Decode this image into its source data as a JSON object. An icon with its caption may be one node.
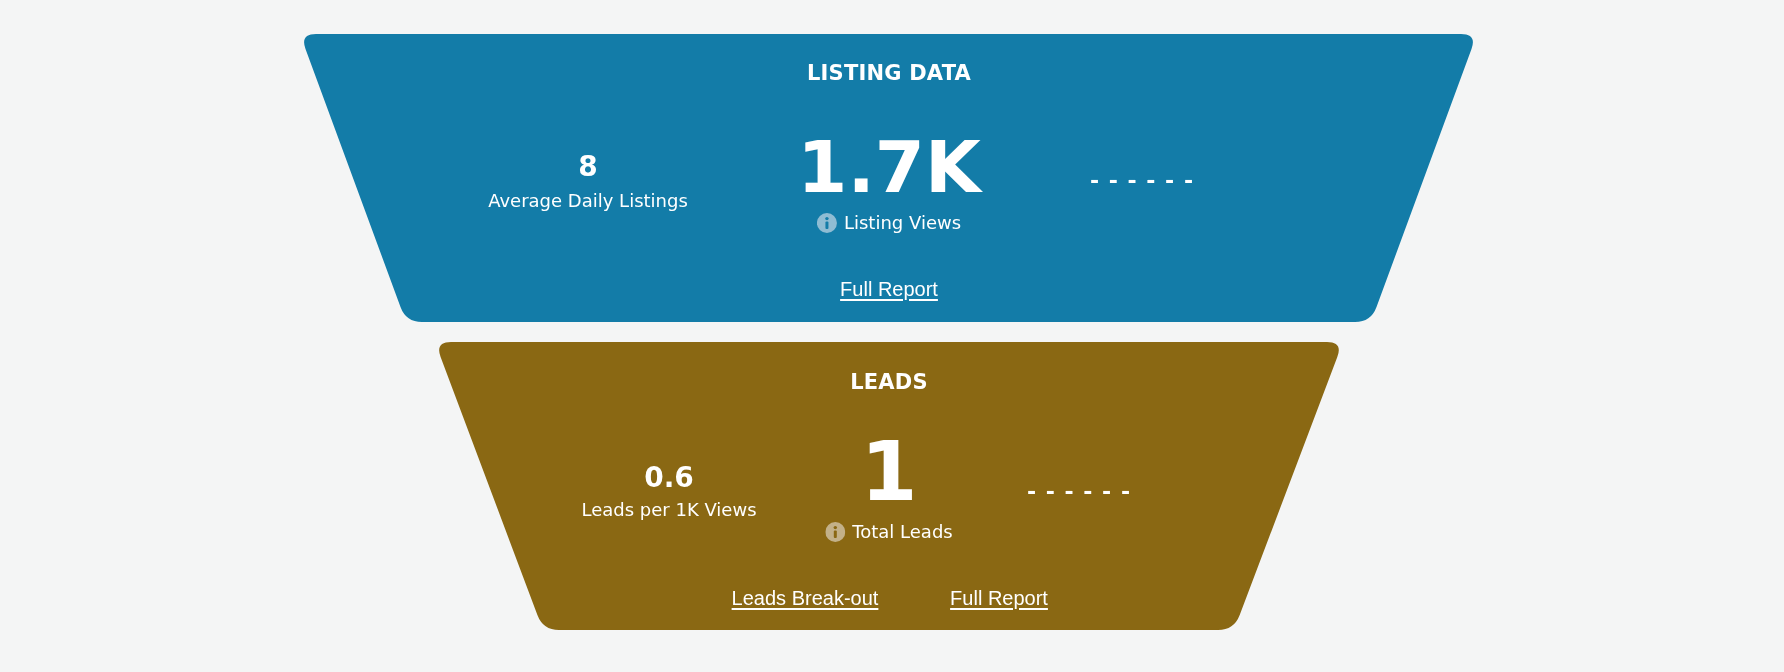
{
  "diagram": {
    "nodes": [
      {
        "text": [
          "LISTING DATA",
          "8",
          "Average Daily Listings",
          "1.7K",
          "Listing Views",
          "- - - - - -",
          "Full Report"
        ]
      },
      {
        "text": [
          "LEADS",
          "0.6",
          "Leads per 1K Views",
          "1",
          "Total Leads",
          "- - - - - -",
          "Leads Break-out",
          "Full Report"
        ]
      }
    ]
  }
}
